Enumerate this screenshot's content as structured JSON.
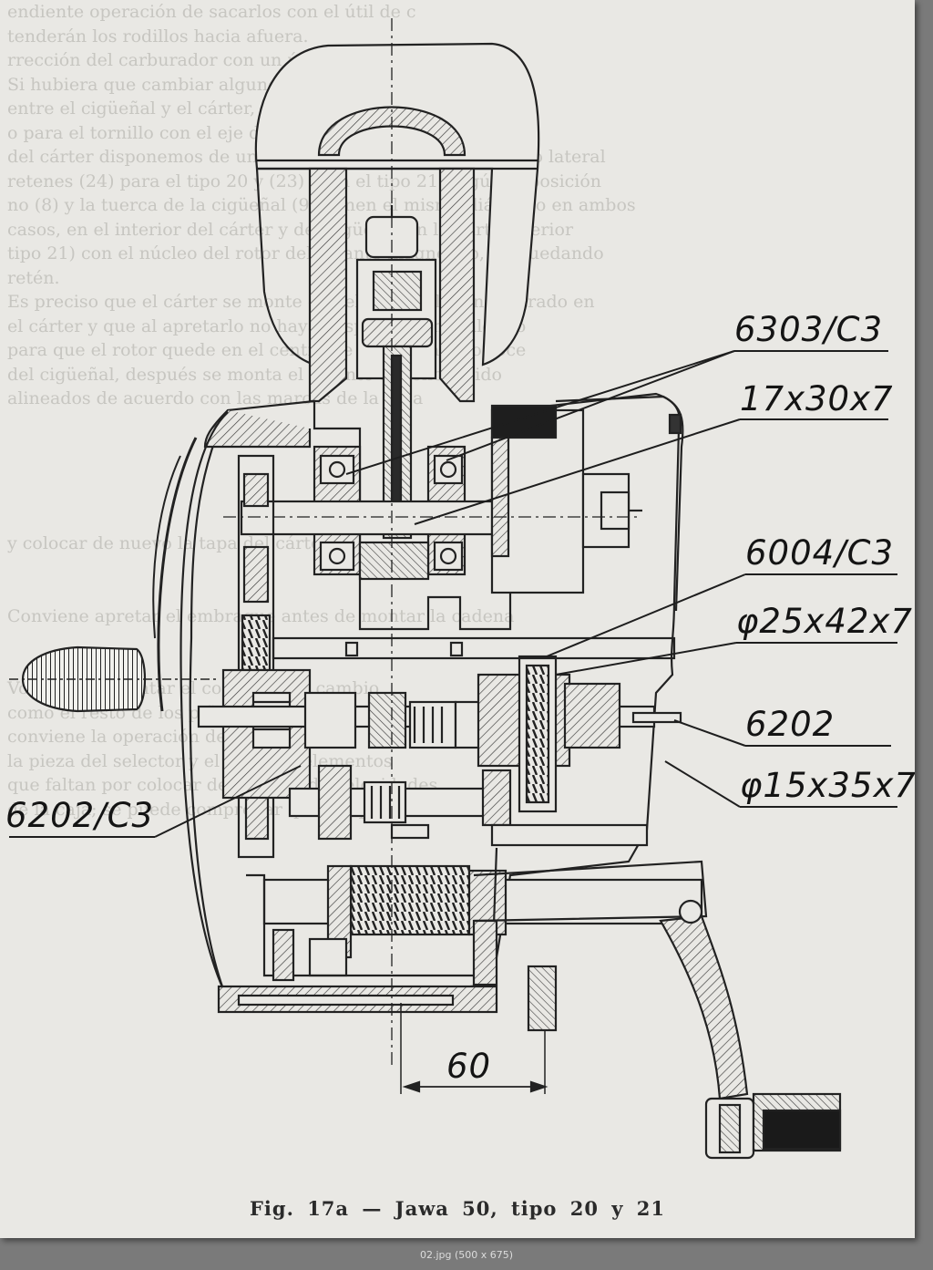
{
  "figure": {
    "caption": "Fig. 17a — Jawa 50, tipo 20 y 21",
    "callouts": {
      "bearing_6303": "6303/C3",
      "seal_17x30": "17x30x7",
      "bearing_6004": "6004/C3",
      "seal_25x42": "φ25x42x7",
      "bearing_6202": "6202",
      "seal_15x35": "φ15x35x7",
      "bearing_6202c3": "6202/C3"
    },
    "dimension": "60"
  },
  "background_text": [
    "endiente operación de sacarlos con el útil de c",
    "tenderán los rodillos hacia afuera.",
    "rrección del carburador con un útil adecuado de ajuste",
    "Si hubiera que cambiar alguno de ellos, conviene ajustar la",
    "entre el cigüeñal y el cárter, ajustando después con el",
    "o para el tornillo con el eje de salida del embrague.",
    "del cárter disponemos de un elemento de medición del juego lateral",
    "retenes (24) para el tipo 20 y (23) para el tipo 21, según la posición",
    "no (8) y la tuerca de la cigüeñal (9) tienen el mismo diámetro en ambos",
    "casos, en el interior del cárter y del cigüeñal en la parte interior",
    "tipo 21) con el núcleo del rotor del volante magnético, no quedando",
    "retén.",
    "Es preciso que el cárter se monte con el cigüeñal bien centrado en",
    "el cárter y que al apretarlo no haya desplazamiento alguno",
    "para que el rotor quede en el centro de la bobina y no roce",
    "del cigüeñal, después se monta el volante del encendido",
    "alineados de acuerdo con las marcas de la tapa",
    "",
    "",
    "",
    "",
    "",
    "y colocar de nuevo la tapa del cárter",
    "",
    "",
    "Conviene apretar el embrague antes de montar la cadena",
    "",
    "",
    "Volvemos a montar el conjunto del cambio",
    "como el resto de los piñones, por lo que",
    "conviene la operación del montaje",
    "la pieza del selector y el resto de elementos",
    "que faltan por colocar del cambio de velocidades",
    "de la caja; se puede comprobar que ha quedado"
  ],
  "viewer": {
    "status": "02.jpg (500 x 675)"
  }
}
